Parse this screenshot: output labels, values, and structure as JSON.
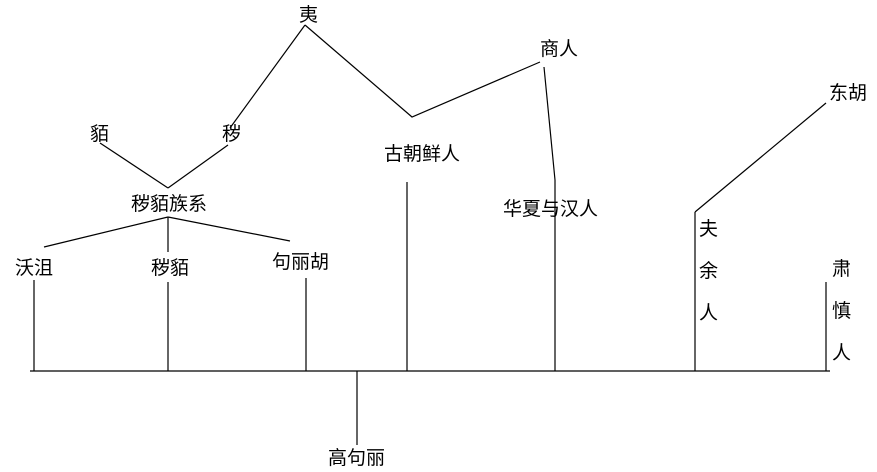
{
  "diagram": {
    "nodes": {
      "yi": "夷",
      "shang_ren": "商人",
      "mo": "貊",
      "hui": "秽",
      "hui_mo_zu_xi": "秽貊族系",
      "gu_chao_xian_ren": "古朝鲜人",
      "hua_xia_yu_han_ren": "华夏与汉人",
      "dong_hu": "东胡",
      "wo_ju": "沃沮",
      "hui_mo": "秽貊",
      "ju_li_hu": "句丽胡",
      "fu_yu_ren": [
        "夫",
        "余",
        "人"
      ],
      "su_shen_ren": [
        "肃",
        "慎",
        "人"
      ],
      "gao_ju_li": "高句丽"
    }
  }
}
